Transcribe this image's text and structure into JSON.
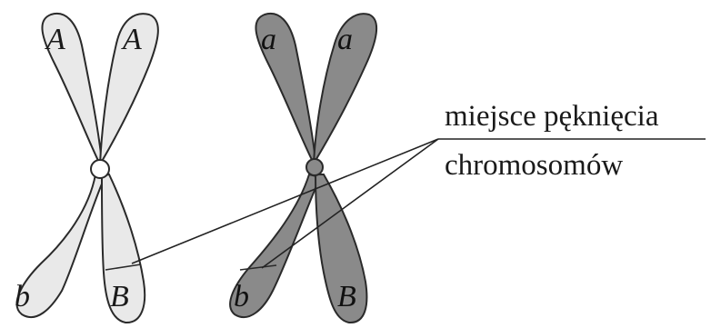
{
  "chromosome_light": {
    "alleles": {
      "upper_left": "A",
      "upper_right": "A",
      "lower_left": "b",
      "lower_right": "B"
    },
    "fill": "#e9e9e9",
    "stroke": "#2a2a2a"
  },
  "chromosome_dark": {
    "alleles": {
      "upper_left": "a",
      "upper_right": "a",
      "lower_left": "b",
      "lower_right": "B"
    },
    "fill": "#8a8a8a",
    "stroke": "#2a2a2a"
  },
  "annotation": {
    "line1": "miejsce pęknięcia",
    "line2": "chromosomów"
  }
}
